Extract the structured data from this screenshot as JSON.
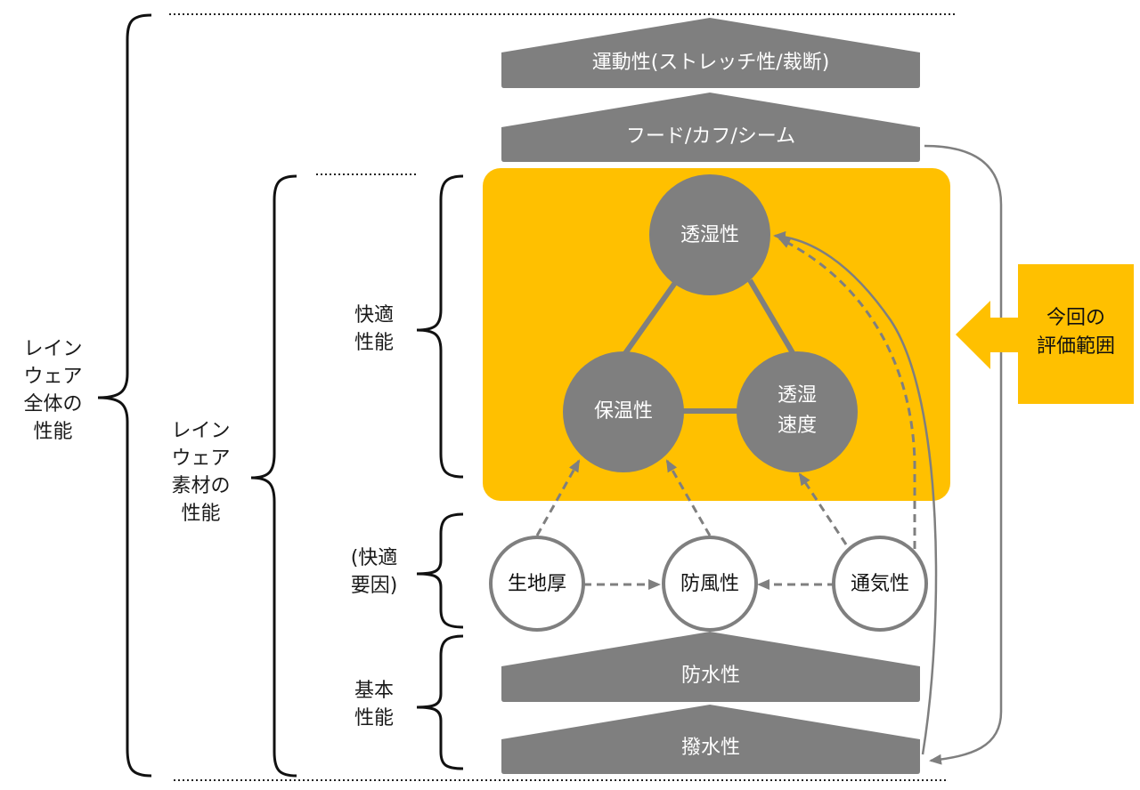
{
  "colors": {
    "gray": "#7f7f7f",
    "yellow": "#ffc000",
    "white": "#ffffff",
    "text_dark": "#1a1a1a"
  },
  "brace_labels": {
    "whole": "レイン\nウェア\n全体の\n性能",
    "material": "レイン\nウェア\n素材の\n性能",
    "comfort": "快適\n性能",
    "comfort_factors": "(快適\n要因)",
    "basic": "基本\n性能"
  },
  "bars": {
    "mobility": "運動性(ストレッチ性/裁断)",
    "hood": "フード/カフ/シーム",
    "waterproof": "防水性",
    "water_repellent": "撥水性"
  },
  "comfort_nodes": {
    "breathability": "透湿性",
    "insulation": "保温性",
    "moisture_rate": "透湿\n速度"
  },
  "factor_nodes": {
    "thickness": "生地厚",
    "windproof": "防風性",
    "air_permeability": "通気性"
  },
  "scope": {
    "label": "今回の\n評価範囲",
    "arrow_icon": "left-arrow-icon"
  }
}
